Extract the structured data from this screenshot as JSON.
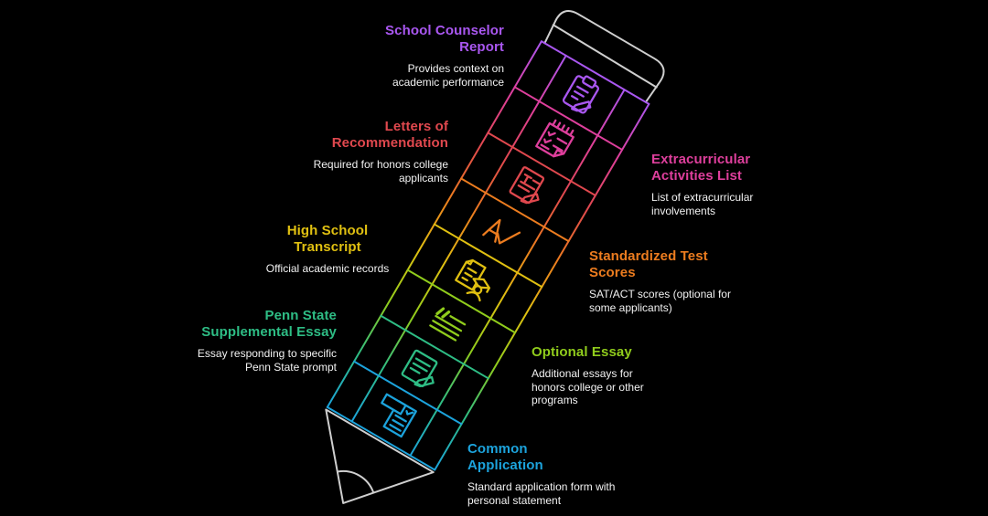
{
  "background": "#000000",
  "pencil": {
    "outline_color": "#cfcfcf",
    "description": "pencil-shaped diagram, eraser top-right, tip bottom-left, 8 colored segments"
  },
  "text_color": "#f2f2f2",
  "items": [
    {
      "title": "School Counselor Report",
      "description": "Provides context on academic performance",
      "color": "#a957f0",
      "side": "left",
      "icon": "clipboard-pencil-icon"
    },
    {
      "title": "Extracurricular Activities List",
      "description": "List of extracurricular involvements",
      "color": "#de3f9c",
      "side": "right",
      "icon": "checklist-notepad-icon"
    },
    {
      "title": "Letters of Recommendation",
      "description": "Required for honors college applicants",
      "color": "#e0484e",
      "side": "left",
      "icon": "recommendation-letter-icon"
    },
    {
      "title": "Standardized Test Scores",
      "description": "SAT/ACT scores (optional for some applicants)",
      "color": "#ec7c1f",
      "side": "right",
      "icon": "grade-check-icon"
    },
    {
      "title": "High School Transcript",
      "description": "Official academic records",
      "color": "#e0c011",
      "side": "left",
      "icon": "transcript-graduate-icon"
    },
    {
      "title": "Optional Essay",
      "description": "Additional essays for honors college or other programs",
      "color": "#90cc1c",
      "side": "right",
      "icon": "quote-lines-icon"
    },
    {
      "title": "Penn State Supplemental Essay",
      "description": "Essay responding to specific Penn State prompt",
      "color": "#2ebd85",
      "side": "left",
      "icon": "essay-pencil-icon"
    },
    {
      "title": "Common Application",
      "description": "Standard application form with personal statement",
      "color": "#1ca3dc",
      "side": "right",
      "icon": "application-form-icon"
    }
  ]
}
